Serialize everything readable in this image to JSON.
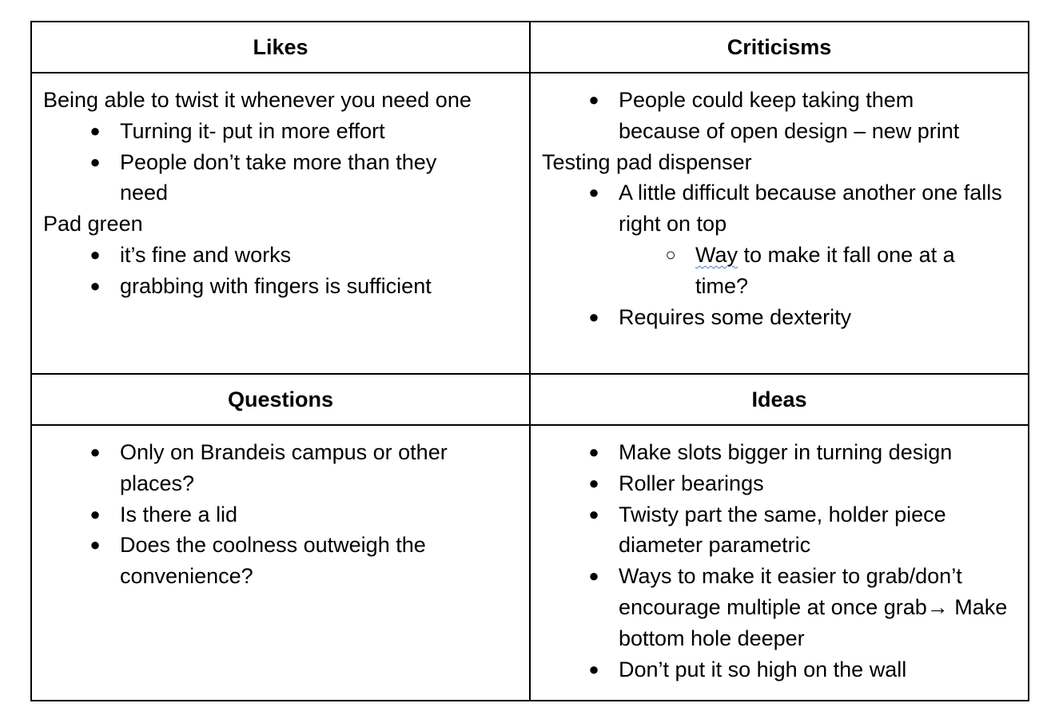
{
  "table": {
    "likes": {
      "heading": "Likes",
      "items": {
        "l1": "Being able to twist it whenever you need one",
        "b1": "Turning it- put in more effort",
        "b2": "People don’t take more than they need",
        "l2": "Pad green",
        "b3": "it’s fine and works",
        "b4": "grabbing with fingers is sufficient"
      }
    },
    "criticisms": {
      "heading": "Criticisms",
      "items": {
        "b1": "People could keep taking them because of open design – new print",
        "l1": "Testing pad dispenser",
        "b2": "A little difficult because another one falls right on top",
        "s1_word": "Way",
        "s1_rest": " to make it fall one at a time?",
        "b3": "Requires some dexterity"
      }
    },
    "questions": {
      "heading": "Questions",
      "items": {
        "b1": "Only on Brandeis campus or other places?",
        "b2": "Is there a lid",
        "b3": "Does the coolness outweigh the convenience?"
      }
    },
    "ideas": {
      "heading": "Ideas",
      "items": {
        "b1": "Make slots bigger in turning design",
        "b2": "Roller bearings",
        "b3": "Twisty part the same, holder piece diameter parametric",
        "b4": "Ways to make it easier to grab/don’t encourage multiple at once grab→ Make bottom hole deeper",
        "b5": "Don’t put it so high on the wall"
      }
    },
    "glyphs": {
      "bullet": "●",
      "sub_bullet": "○"
    }
  }
}
